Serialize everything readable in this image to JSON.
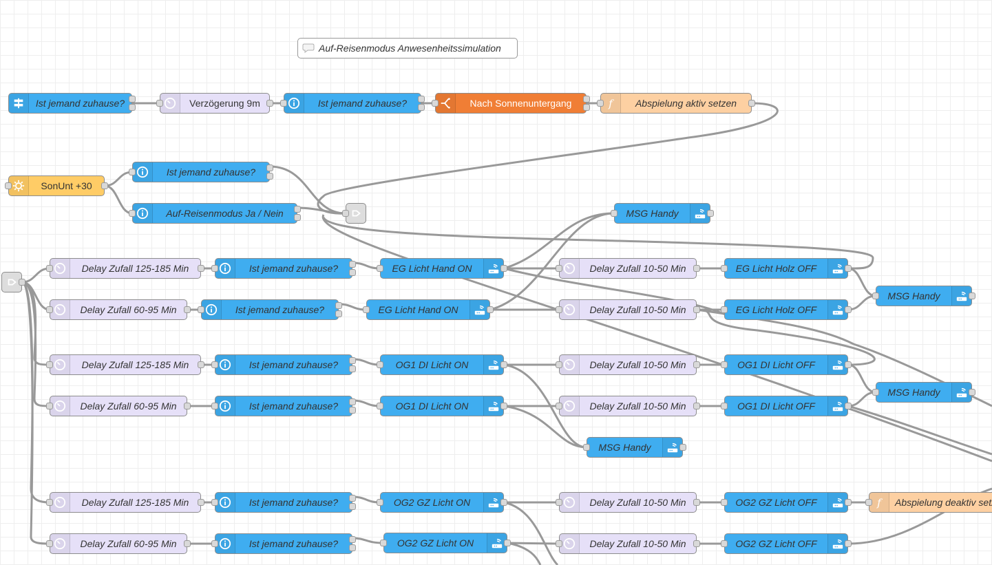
{
  "comment": {
    "text": "Auf-Reisenmodus Anwesenheitssimulation",
    "icon": "speech-bubble-icon"
  },
  "nodes": {
    "switch_top": "Ist jemand zuhause?",
    "delay_9m": "Verzögerung 9m",
    "state_top": "Ist jemand zuhause?",
    "sunset": "Nach Sonnenuntergang",
    "func_aktiv": "Abspielung aktiv setzen",
    "sonunt": "SonUnt +30",
    "state_sonunt": "Ist jemand zuhause?",
    "state_reise": "Auf-Reisenmodus Ja / Nein",
    "msg_handy_1": "MSG Handy",
    "msg_handy_2": "MSG Handy",
    "msg_handy_3": "MSG Handy",
    "msg_handy_4": "MSG Handy",
    "d1": "Delay Zufall 125-185 Min",
    "s1": "Ist jemand zuhause?",
    "eg_on_1": "EG Licht Hand ON",
    "dr1": "Delay Zufall 10-50 Min",
    "eg_off_1": "EG Licht Holz OFF",
    "d2": "Delay Zufall 60-95 Min",
    "s2": "Ist jemand zuhause?",
    "eg_on_2": "EG Licht Hand ON",
    "dr2": "Delay Zufall 10-50 Min",
    "eg_off_2": "EG Licht Holz OFF",
    "d3": "Delay Zufall 125-185 Min",
    "s3": "Ist jemand zuhause?",
    "og1_on_1": "OG1 DI Licht ON",
    "dr3": "Delay Zufall 10-50 Min",
    "og1_off_1": "OG1 DI Licht OFF",
    "d4": "Delay Zufall 60-95 Min",
    "s4": "Ist jemand zuhause?",
    "og1_on_2": "OG1 DI Licht ON",
    "dr4": "Delay Zufall 10-50 Min",
    "og1_off_2": "OG1 DI Licht OFF",
    "d5": "Delay Zufall 125-185 Min",
    "s5": "Ist jemand zuhause?",
    "og2_on_1": "OG2 GZ Licht ON",
    "dr5": "Delay Zufall 10-50 Min",
    "og2_off_1": "OG2 GZ Licht OFF",
    "func_deaktiv": "Abspielung deaktiv setzen",
    "d6": "Delay Zufall 60-95 Min",
    "s6": "Ist jemand zuhause?",
    "og2_on_2": "OG2 GZ Licht ON",
    "dr6": "Delay Zufall 10-50 Min",
    "og2_off_2": "OG2 GZ Licht OFF"
  },
  "colors": {
    "state_node": "#3fadf0",
    "delay_node": "#e6e0f8",
    "sunset_node": "#f07e35",
    "function_node": "#fdd0a2",
    "sun_node": "#ffcc66",
    "link_node": "#dddddd",
    "wire": "#999999"
  }
}
